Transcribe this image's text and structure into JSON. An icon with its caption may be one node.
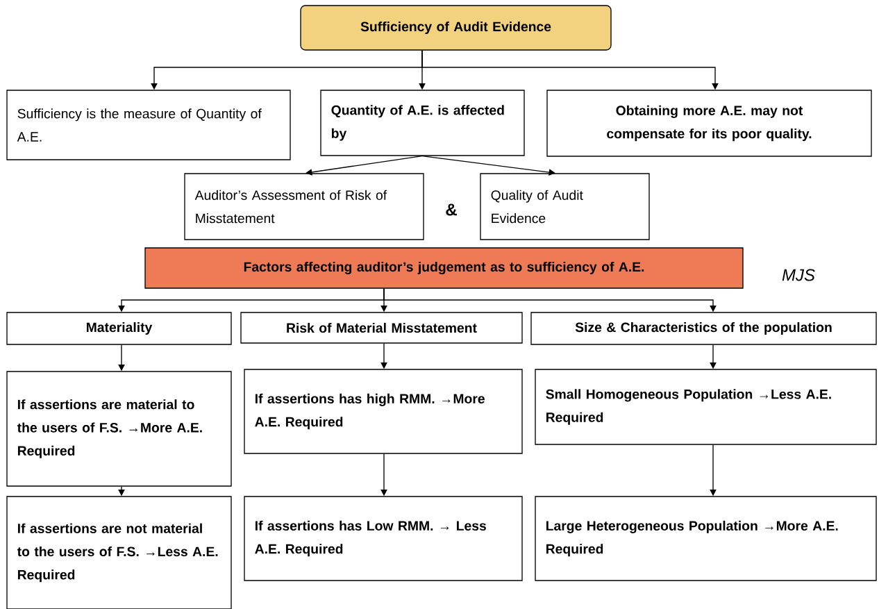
{
  "diagram": {
    "nodes": [
      {
        "text": [
          "Sufficiency of Audit Evidence"
        ]
      },
      {
        "text": [
          "Sufficiency is the measure of Quantity of A.E."
        ]
      },
      {
        "text": [
          "Quantity of A.E. is affected by"
        ]
      },
      {
        "text": [
          "Obtaining more A.E. may not compensate for its poor quality."
        ]
      },
      {
        "text": [
          "Auditor’s Assessment of Risk of Misstatement"
        ]
      },
      {
        "text": [
          "Quality of Audit Evidence"
        ]
      },
      {
        "text": [
          "Factors affecting auditor’s judgement as to sufficiency of A.E."
        ]
      },
      {
        "text": [
          "Materiality"
        ]
      },
      {
        "text": [
          "Risk of Material Misstatement"
        ]
      },
      {
        "text": [
          "Size & Characteristics of the population"
        ]
      },
      {
        "text": [
          "If assertions are material to the users of F.S. →More A.E. Required"
        ]
      },
      {
        "text": [
          "If assertions has high RMM. →More A.E. Required"
        ]
      },
      {
        "text": [
          "Small Homogeneous Population →Less A.E. Required"
        ]
      },
      {
        "text": [
          "If assertions are not material to the users of F.S. →Less A.E. Required"
        ]
      },
      {
        "text": [
          "If assertions has Low RMM. → Less A.E. Required"
        ]
      },
      {
        "text": [
          "Large Heterogeneous Population →More A.E. Required"
        ]
      }
    ],
    "edges": [
      {
        "from": 0,
        "to": 1,
        "arrow": "to"
      },
      {
        "from": 0,
        "to": 2,
        "arrow": "to"
      },
      {
        "from": 0,
        "to": 3,
        "arrow": "to"
      },
      {
        "from": 2,
        "to": 4,
        "arrow": "to"
      },
      {
        "from": 2,
        "to": 5,
        "arrow": "to"
      },
      {
        "from": 6,
        "to": 7,
        "arrow": "to"
      },
      {
        "from": 6,
        "to": 8,
        "arrow": "to"
      },
      {
        "from": 6,
        "to": 9,
        "arrow": "to"
      },
      {
        "from": 7,
        "to": 10,
        "arrow": "to"
      },
      {
        "from": 8,
        "to": 11,
        "arrow": "to"
      },
      {
        "from": 9,
        "to": 12,
        "arrow": "to"
      },
      {
        "from": 10,
        "to": 13,
        "arrow": "to"
      },
      {
        "from": 11,
        "to": 14,
        "arrow": "to"
      },
      {
        "from": 12,
        "to": 15,
        "arrow": "to"
      }
    ],
    "labels": [
      "&",
      "MJS"
    ]
  }
}
